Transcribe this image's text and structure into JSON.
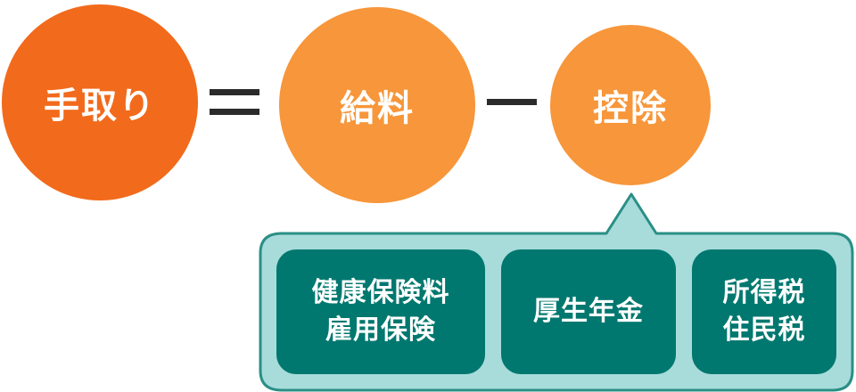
{
  "colors": {
    "takehome": "#f26a1b",
    "salary": "#f7963a",
    "deduction": "#f7963a",
    "callout_fill": "#a8dcdb",
    "callout_border": "#2a8f86",
    "box_fill": "#00786f",
    "operator": "#2b2b2b"
  },
  "equation": {
    "takehome": "手取り",
    "salary": "給料",
    "deduction": "控除"
  },
  "deductions": [
    {
      "lines": [
        "健康保険料",
        "雇用保険"
      ]
    },
    {
      "lines": [
        "厚生年金"
      ]
    },
    {
      "lines": [
        "所得税",
        "住民税"
      ]
    }
  ]
}
